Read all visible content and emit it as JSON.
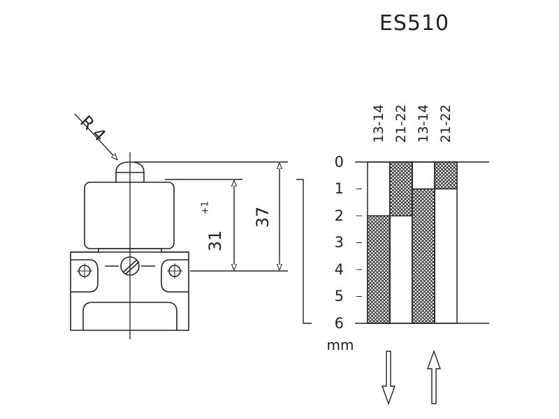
{
  "title": "ES510",
  "dimensions": {
    "radius_label": "R 4",
    "travel_label": "31",
    "travel_tolerance": "+1",
    "height_label": "37"
  },
  "travel_diagram": {
    "unit": "mm",
    "scale_ticks": [
      "0",
      "1",
      "2",
      "3",
      "4",
      "5",
      "6"
    ],
    "columns": [
      {
        "label": "13-14",
        "closed_from_mm": 2,
        "closed_to_mm": 6
      },
      {
        "label": "21-22",
        "closed_from_mm": 0,
        "closed_to_mm": 2
      },
      {
        "label": "13-14",
        "closed_from_mm": 1,
        "closed_to_mm": 6
      },
      {
        "label": "21-22",
        "closed_from_mm": 0,
        "closed_to_mm": 1
      }
    ],
    "direction_arrows": [
      "down-arrow-icon",
      "up-arrow-icon"
    ]
  },
  "colors": {
    "line": "#222222",
    "hatch": "#222222",
    "background": "#ffffff"
  }
}
